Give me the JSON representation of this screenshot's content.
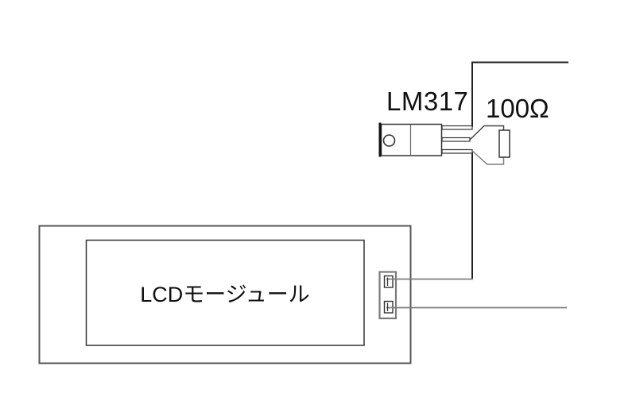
{
  "diagram": {
    "type": "circuit-schematic",
    "labels": {
      "regulator": "LM317",
      "resistor": "100Ω",
      "lcd_module": "LCDモージュール"
    },
    "colors": {
      "background": "#ffffff",
      "wire_dark": "#222222",
      "wire_gray": "#7d7d7d",
      "component_outline": "#333333",
      "text": "#111111"
    }
  }
}
